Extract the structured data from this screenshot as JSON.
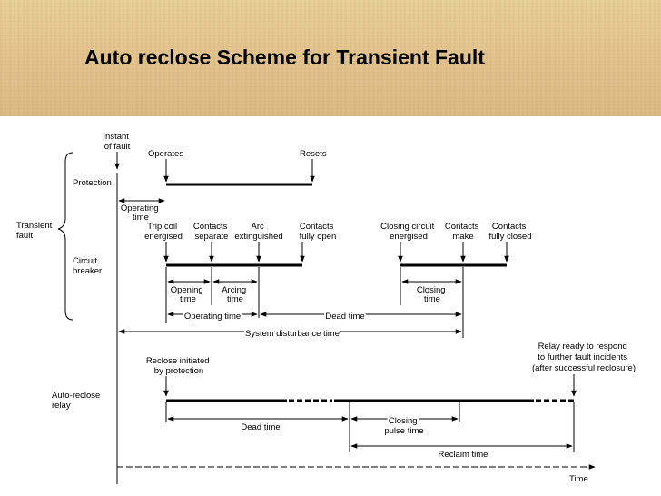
{
  "slide": {
    "title": "Auto reclose Scheme for Transient Fault",
    "header_color": "#e4c58f"
  },
  "diagram": {
    "instant_of_fault": [
      "Instant",
      "of fault"
    ],
    "transient_fault": [
      "Transient",
      "fault"
    ],
    "protection": {
      "label": "Protection",
      "operates": "Operates",
      "resets": "Resets",
      "operating_time": [
        "Operating",
        "time"
      ]
    },
    "circuit_breaker": {
      "label": [
        "Circuit",
        "breaker"
      ],
      "trip_coil": [
        "Trip coil",
        "energised"
      ],
      "contacts_separate": [
        "Contacts",
        "separate"
      ],
      "arc_extinguished": [
        "Arc",
        "extinguished"
      ],
      "contacts_fully_open": [
        "Contacts",
        "fully open"
      ],
      "closing_circuit": [
        "Closing circuit",
        "energised"
      ],
      "contacts_make": [
        "Contacts",
        "make"
      ],
      "contacts_fully_closed": [
        "Contacts",
        "fully closed"
      ],
      "opening_time": [
        "Opening",
        "time"
      ],
      "arcing_time": [
        "Arcing",
        "time"
      ],
      "closing_time": [
        "Closing",
        "time"
      ],
      "operating_time": "Operating time",
      "dead_time": "Dead time",
      "system_disturbance_time": "System disturbance time"
    },
    "auto_reclose": {
      "label": [
        "Auto-reclose",
        "relay"
      ],
      "reclose_initiated": [
        "Reclose initiated",
        "by protection"
      ],
      "relay_ready": [
        "Relay ready to respond",
        "to further fault incidents",
        "(after successful reclosure)"
      ],
      "dead_time": "Dead time",
      "closing_pulse_time": [
        "Closing",
        "pulse time"
      ],
      "reclaim_time": "Reclaim time"
    },
    "time_label": "Time"
  }
}
